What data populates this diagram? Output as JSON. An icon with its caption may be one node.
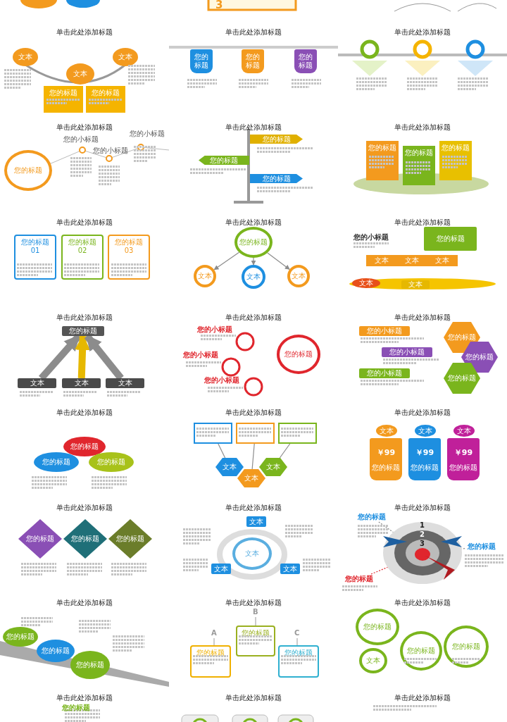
{
  "diagram": {
    "nodes": [
      {
        "text": [
          "文本"
        ]
      },
      {
        "text": [
          "文本"
        ]
      },
      {
        "text": [
          "文本"
        ]
      },
      {
        "text": [
          "您的标题"
        ]
      },
      {
        "text": [
          "您的标题"
        ]
      },
      {
        "text": [
          "您的标题"
        ]
      },
      {
        "text": [
          "您的标题"
        ]
      },
      {
        "text": [
          "您的标题"
        ]
      },
      {
        "text": [
          "您的标题"
        ]
      },
      {
        "text": [
          "您的标题"
        ]
      },
      {
        "text": [
          "您的标题"
        ]
      },
      {
        "text": [
          "您的标题"
        ]
      },
      {
        "text": [
          "您的标题"
        ]
      },
      {
        "text": [
          "您的标题"
        ]
      },
      {
        "text": [
          "您的标题"
        ]
      },
      {
        "text": [
          "您的标题",
          "01"
        ]
      },
      {
        "text": [
          "您的标题",
          "02"
        ]
      },
      {
        "text": [
          "您的标题",
          "03"
        ]
      },
      {
        "text": [
          "您的标题"
        ]
      },
      {
        "text": [
          "文本"
        ]
      },
      {
        "text": [
          "文本"
        ]
      },
      {
        "text": [
          "文本"
        ]
      },
      {
        "text": [
          "您的标题"
        ]
      },
      {
        "text": [
          "文本",
          "文本",
          "文本"
        ]
      },
      {
        "text": [
          "文本"
        ]
      },
      {
        "text": [
          "文本"
        ]
      },
      {
        "text": [
          "您的标题"
        ]
      },
      {
        "text": [
          "文本"
        ]
      },
      {
        "text": [
          "文本"
        ]
      },
      {
        "text": [
          "文本"
        ]
      },
      {
        "text": [
          "您的标题"
        ]
      },
      {
        "text": [
          "您的小标题"
        ]
      },
      {
        "text": [
          "您的标题"
        ]
      },
      {
        "text": [
          "您的小标题"
        ]
      },
      {
        "text": [
          "您的标题"
        ]
      },
      {
        "text": [
          "您的小标题"
        ]
      },
      {
        "text": [
          "您的标题"
        ]
      },
      {
        "text": [
          "您的标题"
        ]
      },
      {
        "text": [
          "您的标题"
        ]
      },
      {
        "text": [
          "您的标题"
        ]
      },
      {
        "text": [],
        "shape": "box"
      },
      {
        "text": [],
        "shape": "box"
      },
      {
        "text": [],
        "shape": "box"
      },
      {
        "text": [
          "文本"
        ]
      },
      {
        "text": [
          "文本"
        ]
      },
      {
        "text": [
          "文本"
        ]
      },
      {
        "text": [
          "文本"
        ]
      },
      {
        "text": [
          "￥99",
          "您的标题"
        ]
      },
      {
        "text": [
          "文本"
        ]
      },
      {
        "text": [
          "￥99",
          "您的标题"
        ]
      },
      {
        "text": [
          "文本"
        ]
      },
      {
        "text": [
          "￥99",
          "您的标题"
        ]
      },
      {
        "text": [
          "您的标题"
        ]
      },
      {
        "text": [
          "您的标题"
        ]
      },
      {
        "text": [
          "您的标题"
        ]
      },
      {
        "text": [
          "文本"
        ]
      },
      {
        "text": [
          "文本"
        ]
      },
      {
        "text": [
          "文本"
        ]
      },
      {
        "text": [
          "文本"
        ]
      },
      {
        "text": [
          "您的标题"
        ]
      },
      {
        "text": [
          "您的标题"
        ]
      },
      {
        "text": [
          "您的标题"
        ]
      },
      {
        "text": [
          "您的标题"
        ]
      },
      {
        "text": [
          "您的标题"
        ]
      },
      {
        "text": [
          "您的标题"
        ]
      },
      {
        "text": [
          "您的标题"
        ]
      },
      {
        "text": [
          "您的标题"
        ]
      },
      {
        "text": [
          "您的标题"
        ]
      },
      {
        "text": [
          "您的标题"
        ]
      },
      {
        "text": [
          "您的标题"
        ]
      },
      {
        "text": [
          "您的标题"
        ]
      },
      {
        "text": [
          "文本"
        ]
      },
      {
        "text": [],
        "shape": "picture"
      }
    ],
    "edges": [
      {
        "from": 18,
        "to": 19,
        "arrow": "to"
      },
      {
        "from": 18,
        "to": 20,
        "arrow": "to"
      },
      {
        "from": 18,
        "to": 21,
        "arrow": "to"
      },
      {
        "from": 40,
        "to": 43,
        "arrow": "none"
      },
      {
        "from": 41,
        "to": 45,
        "arrow": "none"
      },
      {
        "from": 42,
        "to": 44,
        "arrow": "none"
      },
      {
        "from": 59,
        "to": 72,
        "arrow": "none",
        "style": "dashed"
      },
      {
        "from": 60,
        "to": 72,
        "arrow": "none",
        "style": "dashed"
      },
      {
        "from": 61,
        "to": 72,
        "arrow": "none",
        "style": "dashed",
        "color": "#e0262d"
      },
      {
        "from": 27,
        "to": 26,
        "arrow": "to",
        "style": "thick"
      },
      {
        "from": 28,
        "to": 26,
        "arrow": "to",
        "style": "thick",
        "color": "#e6b800"
      },
      {
        "from": 29,
        "to": 26,
        "arrow": "to",
        "style": "thick"
      }
    ],
    "labels": [
      "3",
      "单击此处添加标题",
      "单击此处添加标题",
      "单击此处添加标题",
      "单击此处添加标题",
      "单击此处添加标题",
      "单击此处添加标题",
      "您的小标题",
      "您的小标题",
      "您的小标题",
      "单击此处添加标题",
      "单击此处添加标题",
      "单击此处添加标题",
      "您的小标题",
      "单击此处添加标题",
      "单击此处添加标题",
      "单击此处添加标题",
      "您的小标题",
      "您的小标题",
      "您的小标题",
      "单击此处添加标题",
      "单击此处添加标题",
      "单击此处添加标题",
      "单击此处添加标题",
      "单击此处添加标题",
      "单击此处添加标题",
      "1",
      "2",
      "3",
      "单击此处添加标题",
      "单击此处添加标题",
      "单击此处添加标题",
      "B",
      "A",
      "C",
      "单击此处添加标题",
      "单击此处添加标题",
      "单击此处添加标题",
      "您的标题"
    ]
  }
}
